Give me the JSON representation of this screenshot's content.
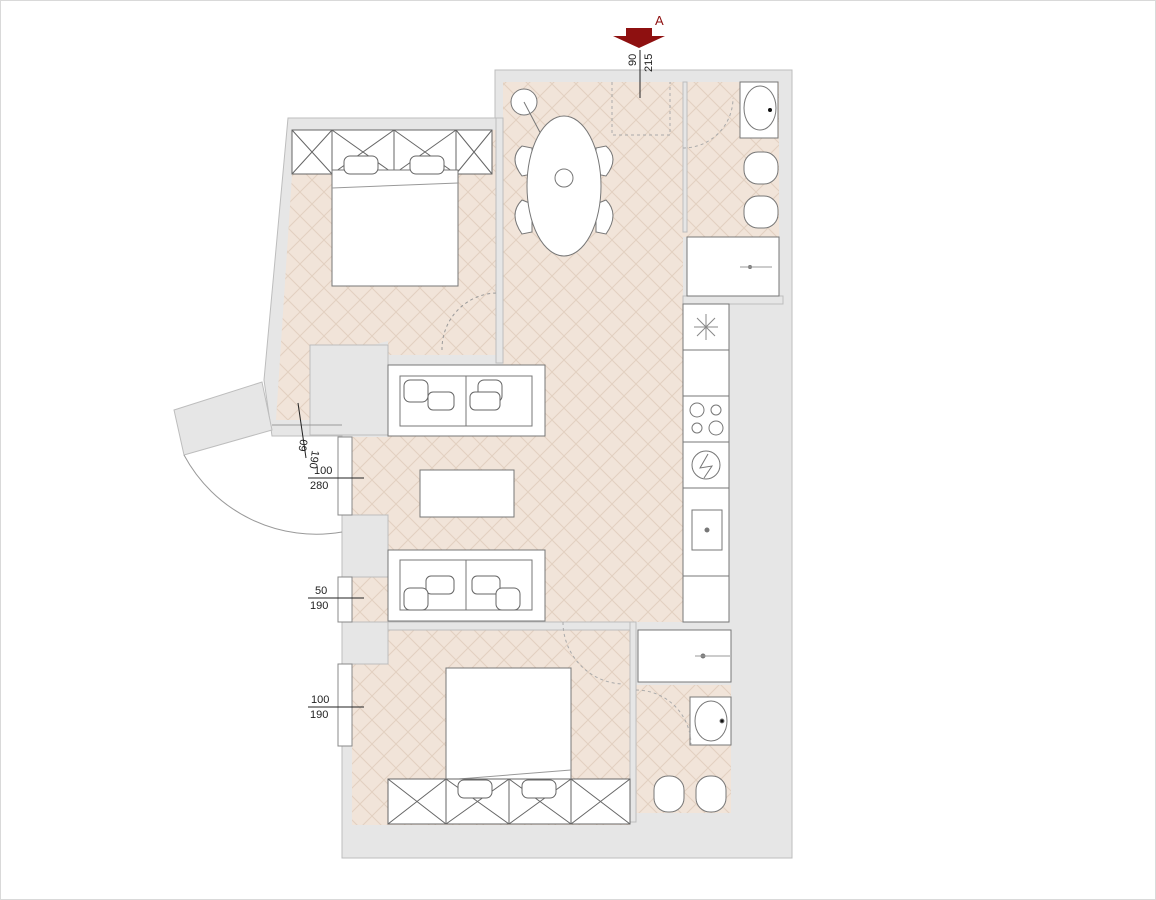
{
  "section_marker": {
    "label": "A",
    "color": "#8e1010"
  },
  "colors": {
    "wall": "#e6e6e6",
    "floor": "#f0e3d8",
    "floor_line": "#e4d3c4",
    "stroke": "#555555",
    "furniture": "#ffffff"
  },
  "openings": {
    "entrance": {
      "top": "90",
      "bottom": "215"
    },
    "balcony": {
      "top": "60",
      "bottom": "190"
    },
    "window_1": {
      "top": "100",
      "bottom": "280"
    },
    "window_2": {
      "top": "50",
      "bottom": "190"
    },
    "window_3": {
      "top": "100",
      "bottom": "190"
    }
  },
  "icons": [
    "bed-icon",
    "pillow-icon",
    "sofa-icon",
    "dining-table-icon",
    "chair-icon",
    "fridge-icon",
    "cooktop-icon",
    "oven-icon",
    "kitchen-sink-icon",
    "washbasin-icon",
    "toilet-icon",
    "bidet-icon",
    "shower-icon",
    "wardrobe-icon",
    "door-swing-icon",
    "floor-lamp-icon"
  ]
}
